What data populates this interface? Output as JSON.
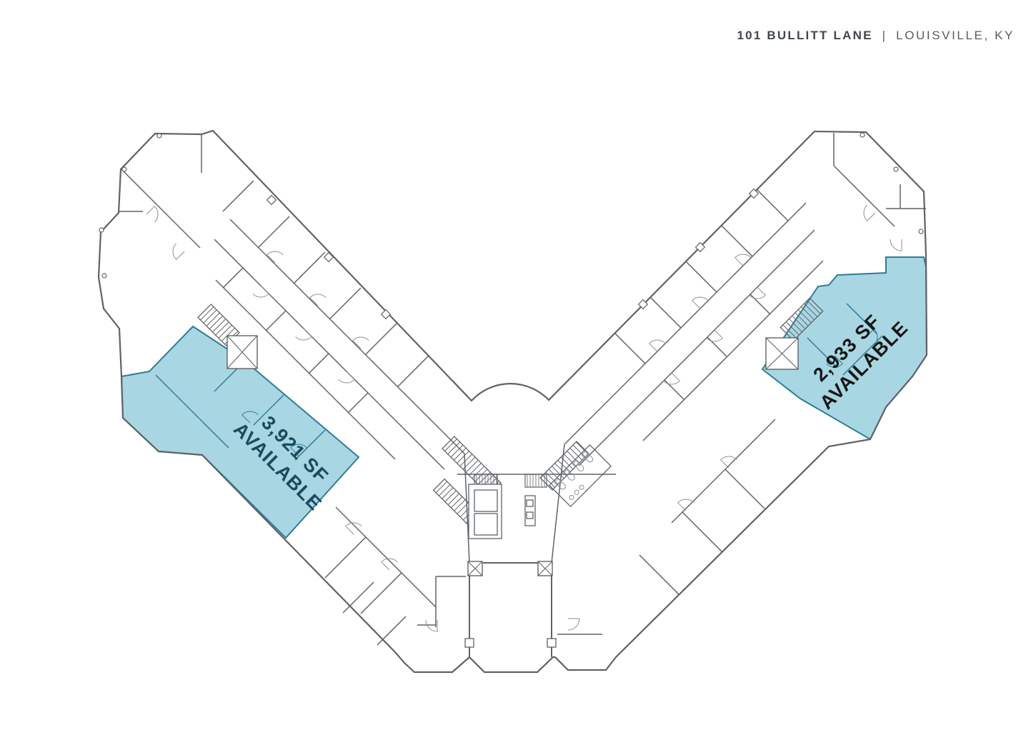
{
  "header": {
    "building_name": "101 BULLITT LANE",
    "separator": "|",
    "location": "LOUISVILLE, KY"
  },
  "floor_plan": {
    "available_spaces": [
      {
        "id": "west-wing-suite",
        "size_sf": "3,921 SF",
        "status": "AVAILABLE"
      },
      {
        "id": "east-wing-suite",
        "size_sf": "2,933 SF",
        "status": "AVAILABLE"
      }
    ]
  },
  "colors": {
    "highlight_fill": "#a9d6e3",
    "highlight_stroke": "#2e7d95",
    "label_west": "#1c4a5e",
    "label_east": "#161616",
    "wall": "#5f6368",
    "wall_light": "#8a8f95",
    "header_text": "#42474e"
  }
}
